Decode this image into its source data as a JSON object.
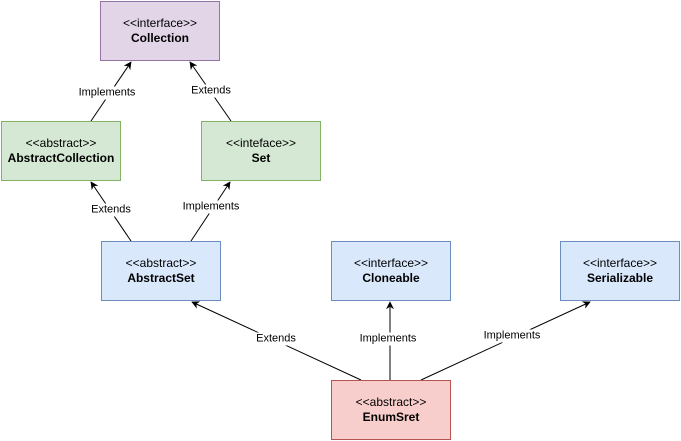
{
  "diagram": {
    "nodes": [
      {
        "id": "collection",
        "stereotype": "<<interface>>",
        "name": "Collection",
        "fill": "#e1d5e7",
        "stroke": "#9673a6"
      },
      {
        "id": "abstract-collection",
        "stereotype": "<<abstract>>",
        "name": "AbstractCollection",
        "fill": "#d5e8d4",
        "stroke": "#82b366"
      },
      {
        "id": "set",
        "stereotype": "<<inteface>>",
        "name": "Set",
        "fill": "#d5e8d4",
        "stroke": "#82b366"
      },
      {
        "id": "abstract-set",
        "stereotype": "<<abstract>>",
        "name": "AbstractSet",
        "fill": "#dae8fc",
        "stroke": "#6c8ebf"
      },
      {
        "id": "cloneable",
        "stereotype": "<<interface>>",
        "name": "Cloneable",
        "fill": "#dae8fc",
        "stroke": "#6c8ebf"
      },
      {
        "id": "serializable",
        "stereotype": "<<interface>>",
        "name": "Serializable",
        "fill": "#dae8fc",
        "stroke": "#6c8ebf"
      },
      {
        "id": "enumset",
        "stereotype": "<<abstract>>",
        "name": "EnumSret",
        "fill": "#f8cecc",
        "stroke": "#b85450"
      }
    ],
    "edges": [
      {
        "id": "abstract-collection-to-collection",
        "from": "abstract-collection",
        "to": "collection",
        "label": "Implements"
      },
      {
        "id": "set-to-collection",
        "from": "set",
        "to": "collection",
        "label": "Extends"
      },
      {
        "id": "abstract-set-to-abstract-collection",
        "from": "abstract-set",
        "to": "abstract-collection",
        "label": "Extends"
      },
      {
        "id": "abstract-set-to-set",
        "from": "abstract-set",
        "to": "set",
        "label": "Implements"
      },
      {
        "id": "enumset-to-abstract-set",
        "from": "enumset",
        "to": "abstract-set",
        "label": "Extends"
      },
      {
        "id": "enumset-to-cloneable",
        "from": "enumset",
        "to": "cloneable",
        "label": "Implements"
      },
      {
        "id": "enumset-to-serializable",
        "from": "enumset",
        "to": "serializable",
        "label": "Implements"
      }
    ]
  }
}
